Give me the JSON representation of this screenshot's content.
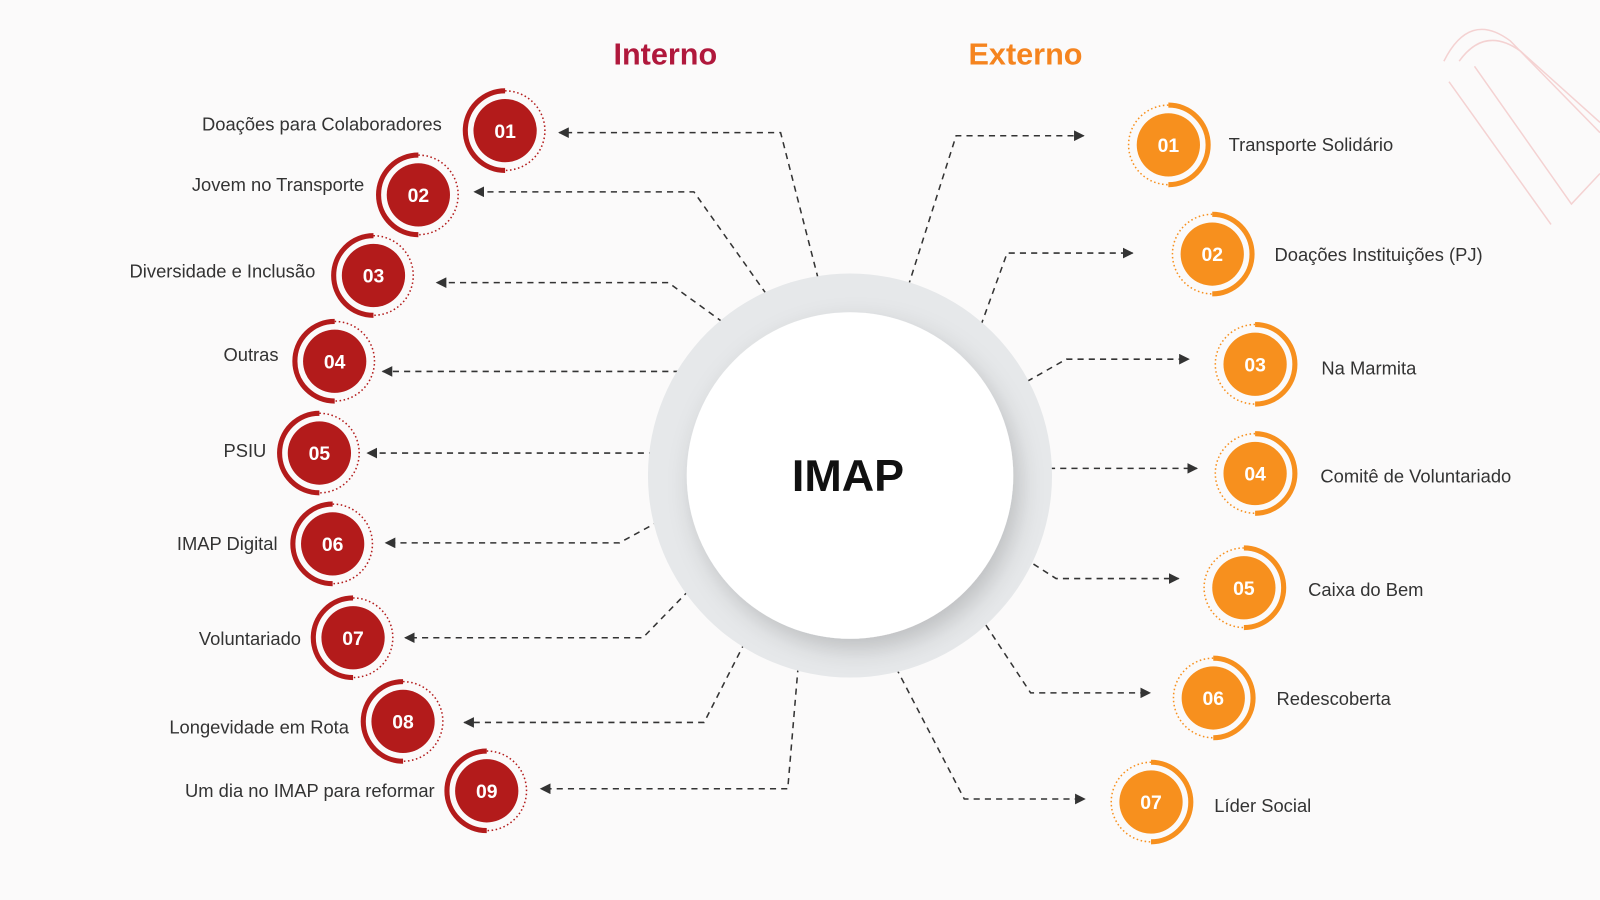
{
  "center": {
    "label": "IMAP"
  },
  "internal": {
    "title": "Interno",
    "color": "#b31b1b",
    "title_color": "#b0183c",
    "items": [
      {
        "number": "01",
        "label": "Doações para Colaboradores"
      },
      {
        "number": "02",
        "label": "Jovem no Transporte"
      },
      {
        "number": "03",
        "label": "Diversidade e Inclusão"
      },
      {
        "number": "04",
        "label": "Outras"
      },
      {
        "number": "05",
        "label": "PSIU"
      },
      {
        "number": "06",
        "label": "IMAP Digital"
      },
      {
        "number": "07",
        "label": "Voluntariado"
      },
      {
        "number": "08",
        "label": "Longevidade em Rota"
      },
      {
        "number": "09",
        "label": "Um dia no IMAP para reformar"
      }
    ]
  },
  "external": {
    "title": "Externo",
    "color": "#f7901e",
    "title_color": "#f5841f",
    "items": [
      {
        "number": "01",
        "label": "Transporte Solidário"
      },
      {
        "number": "02",
        "label": "Doações Instituições (PJ)"
      },
      {
        "number": "03",
        "label": "Na Marmita"
      },
      {
        "number": "04",
        "label": "Comitê de Voluntariado"
      },
      {
        "number": "05",
        "label": "Caixa do Bem"
      },
      {
        "number": "06",
        "label": "Redescoberta"
      },
      {
        "number": "07",
        "label": "Líder Social"
      }
    ]
  }
}
